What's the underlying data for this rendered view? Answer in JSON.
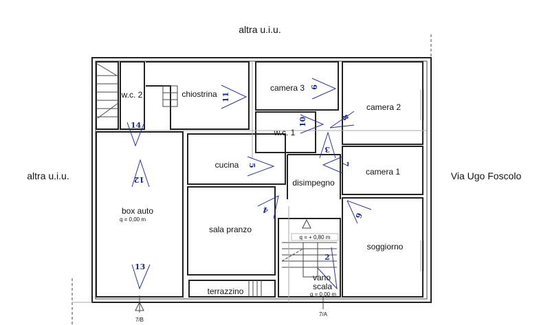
{
  "context": {
    "top": "altra u.i.u.",
    "left": "altra u.i.u.",
    "right": "Via Ugo Foscolo"
  },
  "rooms": {
    "wc2": "w.c. 2",
    "chiostrina": "chiostrina",
    "camera3": "camera 3",
    "camera2": "camera 2",
    "wc1": "w.c. 1",
    "cucina": "cucina",
    "camera1": "camera 1",
    "disimpegno": "disimpegno",
    "box_auto": "box auto",
    "sala_pranzo": "sala pranzo",
    "soggiorno": "soggiorno",
    "vano_scala_1": "vano",
    "vano_scala_2": "scala",
    "terrazzino": "terrazzino"
  },
  "levels": {
    "box_auto": "q = 0,00 m",
    "landing": "q = + 0,80 m",
    "vano_scala": "q = 0,00 m"
  },
  "section_marks": {
    "a": "7/A",
    "b": "7/B"
  },
  "photo_points": [
    "2",
    "3",
    "4",
    "5",
    "6",
    "7",
    "8",
    "9",
    "10",
    "11",
    "12",
    "13",
    "14"
  ]
}
